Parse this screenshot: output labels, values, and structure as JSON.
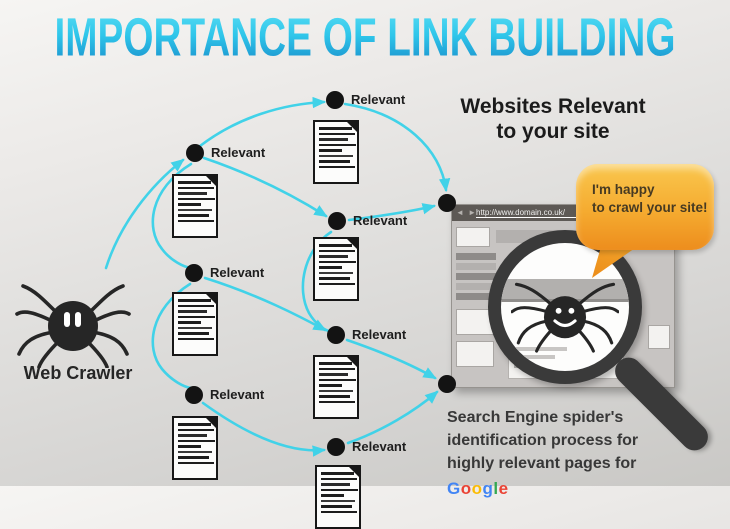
{
  "title": "IMPORTANCE OF LINK BUILDING",
  "labels": {
    "relevant": "Relevant",
    "web_crawler": "Web Crawler"
  },
  "right_panel": {
    "heading_line1": "Websites Relevant",
    "heading_line2": "to your site",
    "bubble_line1": "I'm happy",
    "bubble_line2": "to crawl your site!"
  },
  "browser": {
    "back": "◄",
    "forward": "►",
    "url": "http://www.domain.co.uk/"
  },
  "caption": {
    "line1": "Search Engine spider's",
    "line2": "identification process for",
    "line3": "highly relevant pages for",
    "brand": "Google",
    "brand_letter_colors": [
      "#4285F4",
      "#EA4335",
      "#FBBC05",
      "#4285F4",
      "#34A853",
      "#EA4335"
    ]
  },
  "colors": {
    "arrow": "#41d2e8",
    "title_top": "#5bdef4",
    "title_bottom": "#1787c8",
    "bubble_top": "#f9c74e",
    "bubble_bottom": "#ed8d1d",
    "node": "#131313",
    "magnifier": "#3a3a3a"
  }
}
